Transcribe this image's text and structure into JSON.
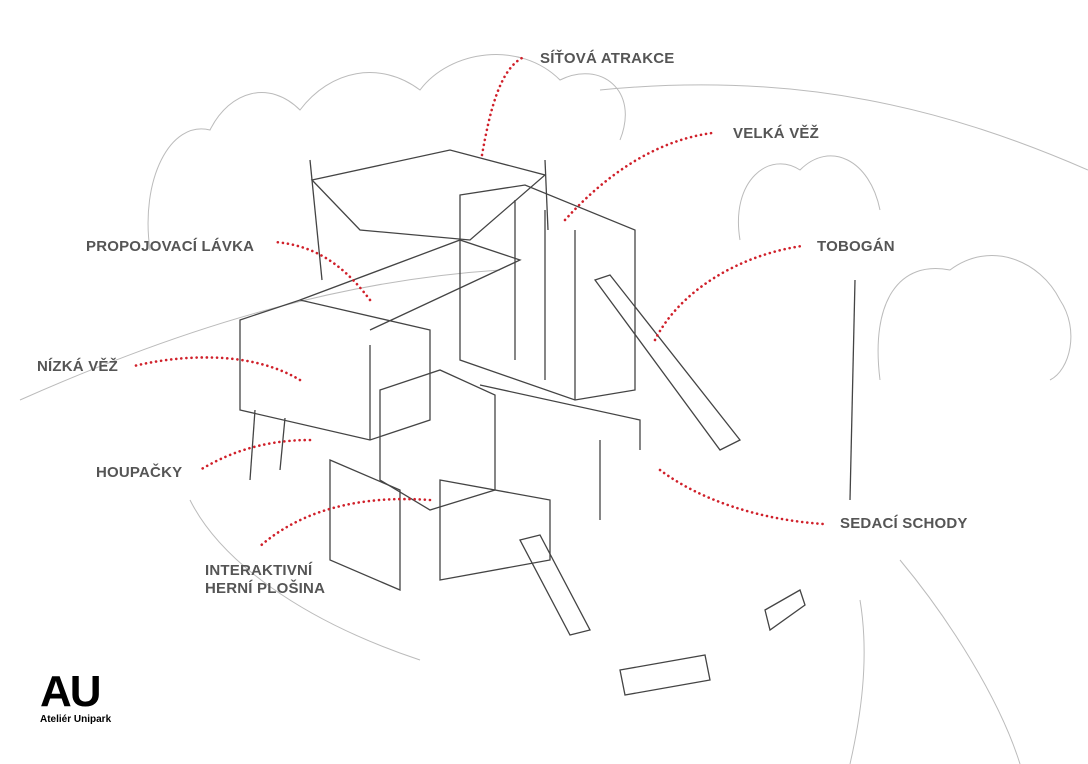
{
  "labels": {
    "sitova_atrakce": "SÍŤOVÁ ATRAKCE",
    "velka_vez": "VELKÁ VĚŽ",
    "tobogan": "TOBOGÁN",
    "propojovaci_lavka": "PROPOJOVACÍ LÁVKA",
    "nizka_vez": "NÍZKÁ VĚŽ",
    "houpacky": "HOUPAČKY",
    "sedaci_schody": "SEDACÍ SCHODY",
    "interaktivni_line1": "INTERAKTIVNÍ",
    "interaktivni_line2": "HERNÍ PLOŠINA"
  },
  "logo": {
    "mark": "AU",
    "name": "Ateliér Unipark"
  },
  "colors": {
    "arrow": "#d0202a",
    "label": "#555555",
    "sketch": "#555555"
  }
}
